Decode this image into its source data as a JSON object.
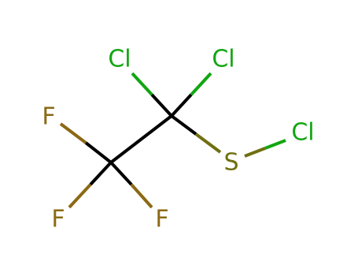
{
  "molecule": {
    "colors": {
      "bond": "#000000",
      "F": "#8b6914",
      "Cl": "#11a611",
      "S": "#6f6f10"
    },
    "atoms": {
      "cl1": "Cl",
      "cl2": "Cl",
      "f1": "F",
      "s1": "S",
      "cl3": "Cl",
      "f2": "F",
      "f3": "F"
    }
  }
}
